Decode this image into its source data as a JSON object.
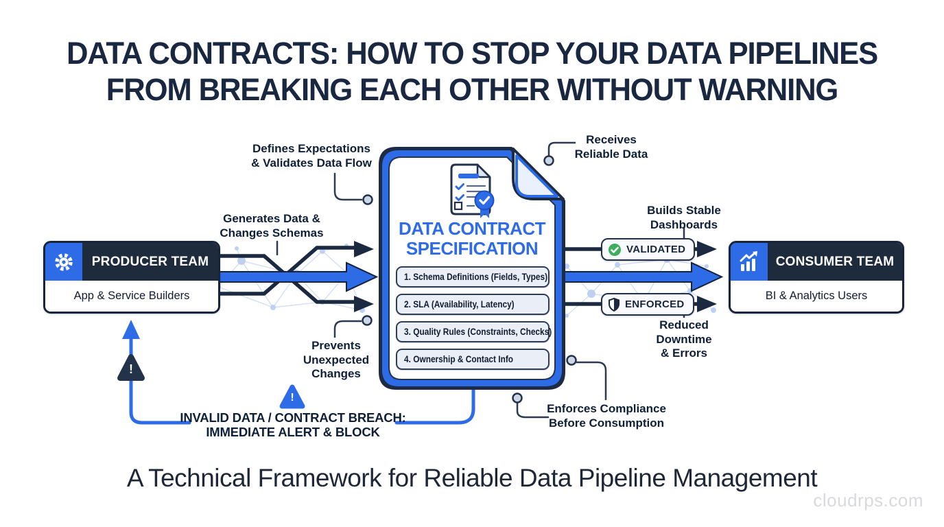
{
  "title": {
    "line1": "DATA CONTRACTS: HOW TO STOP YOUR DATA PIPELINES",
    "line2": "FROM BREAKING EACH OTHER WITHOUT WARNING"
  },
  "subtitle": "A Technical Framework for Reliable Data Pipeline Management",
  "watermark": "cloudrps.com",
  "producer": {
    "name": "PRODUCER TEAM",
    "description": "App & Service Builders",
    "icon": "gear-icon"
  },
  "consumer": {
    "name": "CONSUMER TEAM",
    "description": "BI & Analytics Users",
    "icon": "bar-chart-icon"
  },
  "contract": {
    "title_line1": "DATA CONTRACT",
    "title_line2": "SPECIFICATION",
    "icon": "certified-document-icon",
    "items": [
      "1. Schema Definitions (Fields, Types)",
      "2. SLA (Availability, Latency)",
      "3. Quality Rules (Constraints, Checks)",
      "4. Ownership & Contact Info"
    ]
  },
  "badges": {
    "validated": "VALIDATED",
    "enforced": "ENFORCED"
  },
  "annotations": {
    "defines_l1": "Defines Expectations",
    "defines_l2": "& Validates Data Flow",
    "generates_l1": "Generates Data &",
    "generates_l2": "Changes Schemas",
    "receives_l1": "Receives",
    "receives_l2": "Reliable Data",
    "builds_l1": "Builds Stable",
    "builds_l2": "Dashboards",
    "reduced_l1": "Reduced",
    "reduced_l2": "Downtime",
    "reduced_l3": "& Errors",
    "prevents_l1": "Prevents",
    "prevents_l2": "Unexpected",
    "prevents_l3": "Changes",
    "enforces_l1": "Enforces Compliance",
    "enforces_l2": "Before Consumption",
    "invalid_l1": "INVALID DATA / CONTRACT BREACH:",
    "invalid_l2": "IMMEDIATE ALERT & BLOCK"
  },
  "icons": {
    "alert_mark": "!"
  },
  "colors": {
    "accent_blue": "#2e6be6",
    "navy": "#1d2b3d",
    "green": "#3dae5c",
    "pill_fill": "#e9eef7",
    "mesh": "#c7d6f2"
  }
}
